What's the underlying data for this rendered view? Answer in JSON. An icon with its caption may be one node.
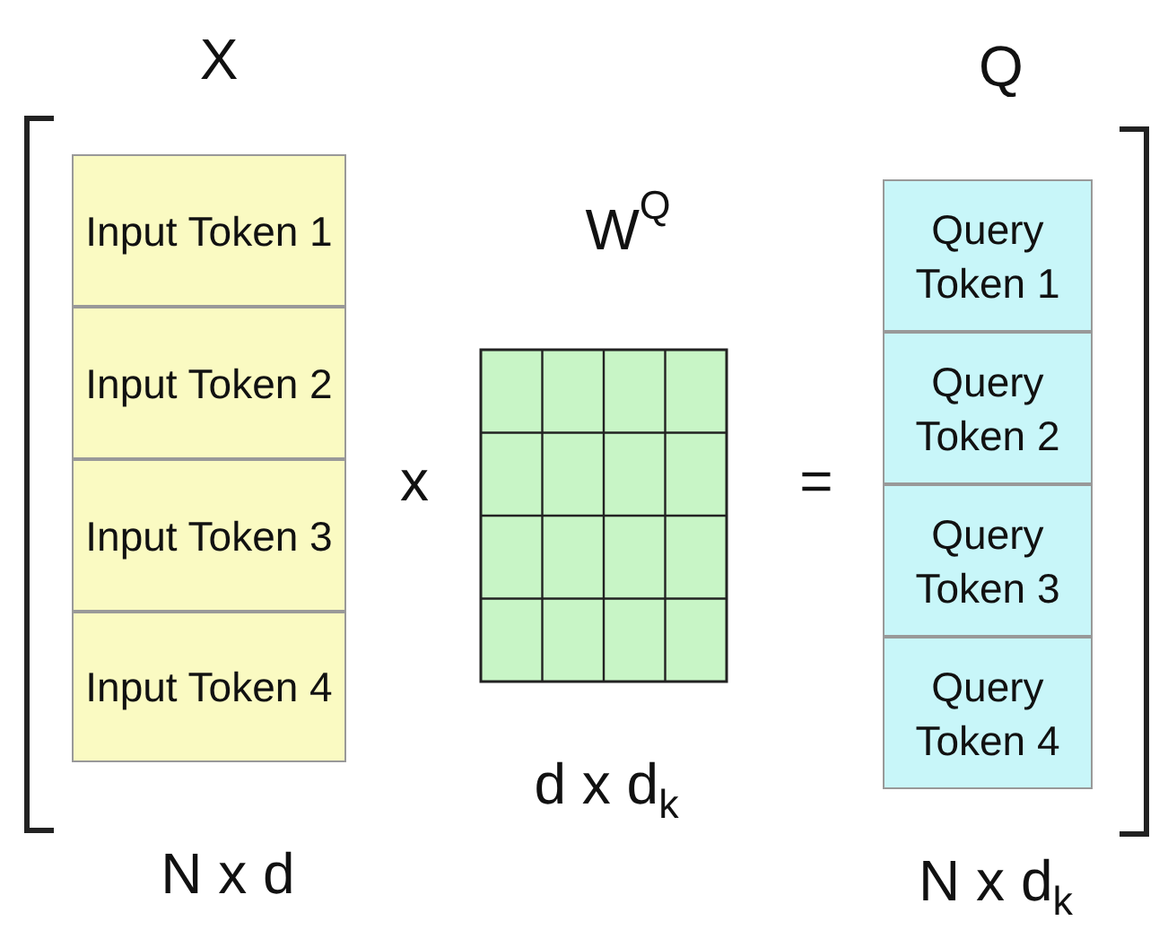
{
  "diagram": {
    "nodes": [
      {
        "text": [
          "Input Token 1"
        ]
      },
      {
        "text": [
          "Input Token 2"
        ]
      },
      {
        "text": [
          "Input Token 3"
        ]
      },
      {
        "text": [
          "Input Token 4"
        ]
      },
      {
        "text": [],
        "shape": "box"
      },
      {
        "text": [
          "Query Token 1"
        ]
      },
      {
        "text": [
          "Query Token 2"
        ]
      },
      {
        "text": [
          "Query Token 3"
        ]
      },
      {
        "text": [
          "Query Token 4"
        ]
      }
    ],
    "edges": [],
    "labels": [
      "X",
      "Q",
      "W$^{Q}$",
      "x",
      "=",
      "N x d",
      "d x d$_{k}$",
      "N x d$_{k}$"
    ]
  }
}
